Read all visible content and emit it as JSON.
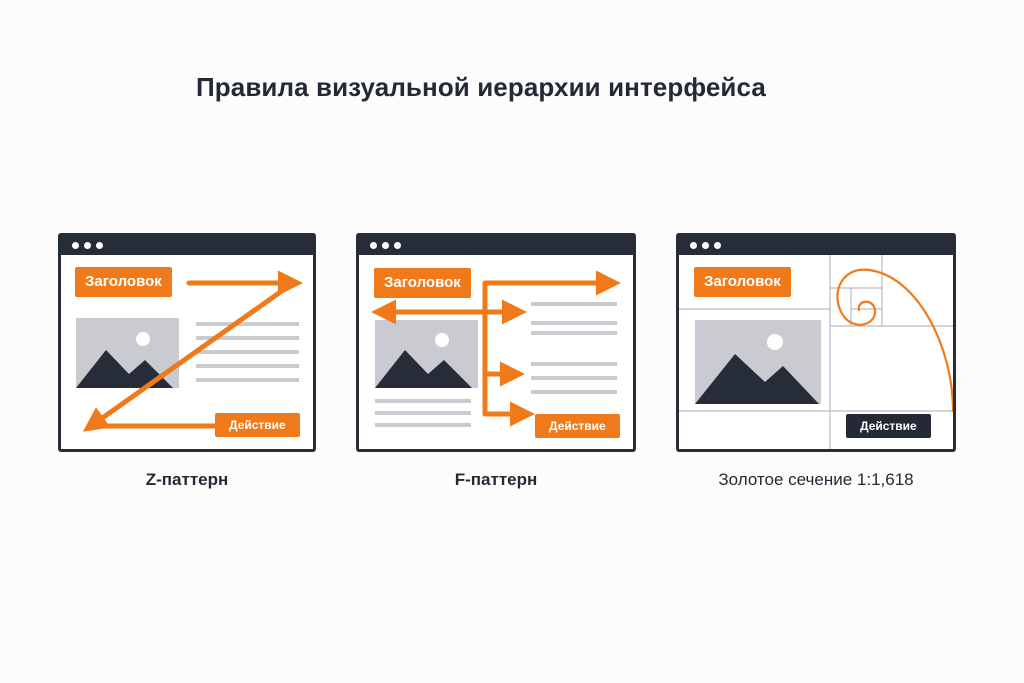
{
  "title": "Правила визуальной иерархии интерфейса",
  "colors": {
    "accent": "#f07a1a",
    "dark": "#272d38",
    "muted": "#c9cbd1",
    "grid": "#b9bcc3"
  },
  "panels": [
    {
      "caption": "Z-паттерн",
      "headline": "Заголовок",
      "action": "Действие",
      "pattern": "z-arrows"
    },
    {
      "caption": "F-паттерн",
      "headline": "Заголовок",
      "action": "Действие",
      "pattern": "f-arrows"
    },
    {
      "caption": "Золотое сечение 1:1,618",
      "headline": "Заголовок",
      "action": "Действие",
      "pattern": "golden-spiral"
    }
  ]
}
